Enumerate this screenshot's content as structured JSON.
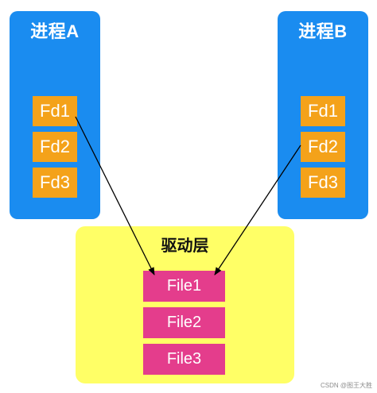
{
  "process_a": {
    "title": "进程A",
    "fds": [
      "Fd1",
      "Fd2",
      "Fd3"
    ]
  },
  "process_b": {
    "title": "进程B",
    "fds": [
      "Fd1",
      "Fd2",
      "Fd3"
    ]
  },
  "driver": {
    "title": "驱动层",
    "files": [
      "File1",
      "File2",
      "File3"
    ]
  },
  "connections": [
    {
      "from": "进程A Fd1",
      "to": "File1"
    },
    {
      "from": "进程B Fd2",
      "to": "File1"
    }
  ],
  "colors": {
    "process": "#1a8cf0",
    "fd": "#f4a21a",
    "driver": "#ffff66",
    "file": "#e43d8c",
    "arrow": "#000000"
  },
  "watermark": "CSDN @图王大胜"
}
